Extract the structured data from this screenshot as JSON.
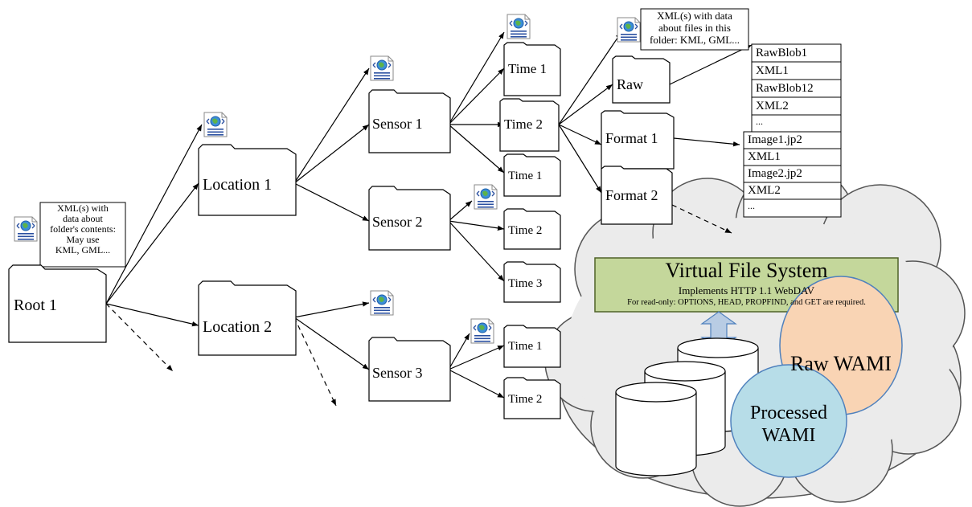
{
  "notes": {
    "root": [
      "XML(s) with",
      "data about",
      "folder's contents:",
      "May use",
      "KML, GML..."
    ],
    "format": [
      "XML(s) with data",
      "about files in this",
      "folder: KML, GML..."
    ]
  },
  "folders": {
    "root1": "Root 1",
    "location1": "Location 1",
    "location2": "Location 2",
    "sensor1": "Sensor 1",
    "sensor2": "Sensor 2",
    "sensor3": "Sensor 3",
    "s1_time1": "Time 1",
    "s1_time2": "Time 2",
    "s1_time1b": "Time 1",
    "s2_time2": "Time 2",
    "s2_time3": "Time 3",
    "s3_time1": "Time 1",
    "s3_time2": "Time 2",
    "raw": "Raw",
    "format1": "Format 1",
    "format2": "Format 2"
  },
  "raw_files": [
    "RawBlob1",
    "XML1",
    "RawBlob12",
    "XML2",
    "..."
  ],
  "format_files": [
    "Image1.jp2",
    "XML1",
    "Image2.jp2",
    "XML2",
    "..."
  ],
  "vfs": {
    "title": "Virtual File System",
    "subtitle": "Implements HTTP 1.1 WebDAV",
    "note": "For read-only: OPTIONS, HEAD, PROPFIND, and GET are required."
  },
  "stores": {
    "raw": "Raw WAMI",
    "processed_line1": "Processed",
    "processed_line2": "WAMI"
  },
  "colors": {
    "vfs_fill": "#c4d79b",
    "vfs_border": "#4f6228",
    "raw_fill": "#f9d4b4",
    "processed_fill": "#b7dde8",
    "arrow_fill": "#b8cce4"
  },
  "icons": [
    "xml-document-globe-icon",
    "folder-icon",
    "database-cylinder-icon"
  ]
}
